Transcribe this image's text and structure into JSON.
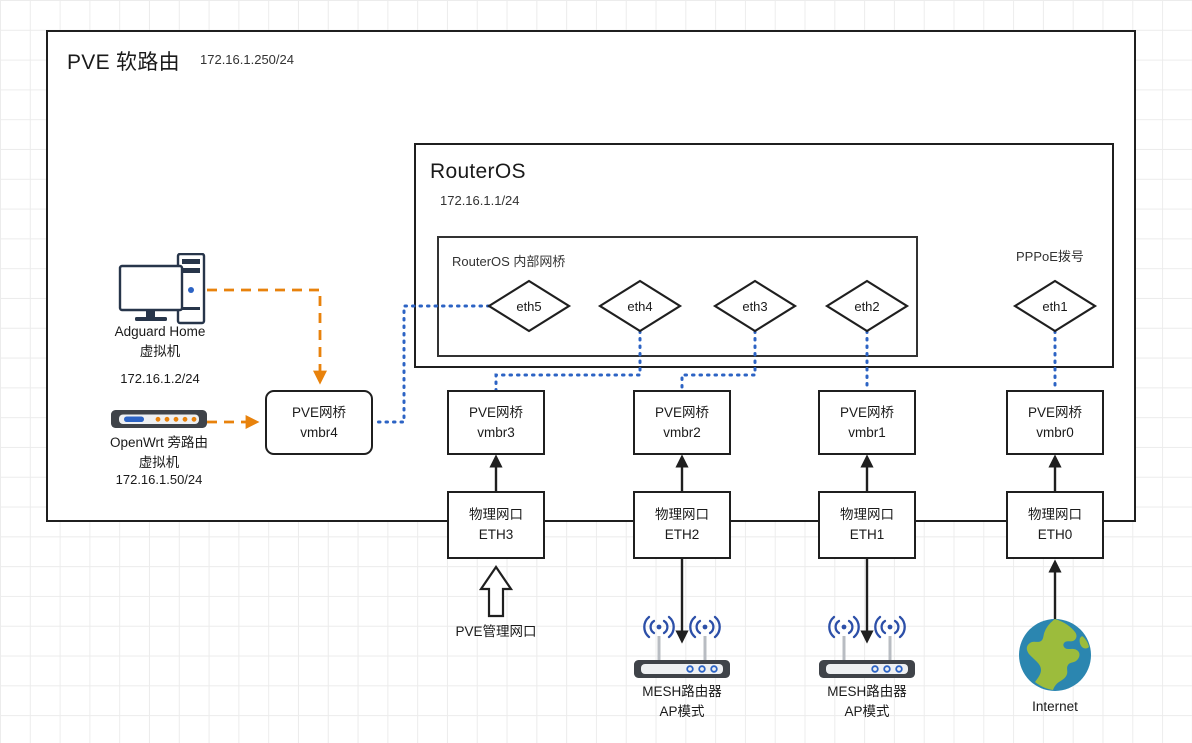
{
  "diagram": {
    "type": "network-topology",
    "outer": {
      "title": "PVE 软路由",
      "ip": "172.16.1.250/24"
    },
    "routeros": {
      "title": "RouterOS",
      "ip": "172.16.1.1/24",
      "bridge_label": "RouterOS 内部网桥",
      "pppoe_label": "PPPoE拨号",
      "interfaces": [
        {
          "name": "eth5"
        },
        {
          "name": "eth4"
        },
        {
          "name": "eth3"
        },
        {
          "name": "eth2"
        },
        {
          "name": "eth1"
        }
      ]
    },
    "pve_bridges": [
      {
        "line1": "PVE网桥",
        "line2": "vmbr4"
      },
      {
        "line1": "PVE网桥",
        "line2": "vmbr3"
      },
      {
        "line1": "PVE网桥",
        "line2": "vmbr2"
      },
      {
        "line1": "PVE网桥",
        "line2": "vmbr1"
      },
      {
        "line1": "PVE网桥",
        "line2": "vmbr0"
      }
    ],
    "physical_ports": [
      {
        "line1": "物理网口",
        "line2": "ETH3"
      },
      {
        "line1": "物理网口",
        "line2": "ETH2"
      },
      {
        "line1": "物理网口",
        "line2": "ETH1"
      },
      {
        "line1": "物理网口",
        "line2": "ETH0"
      }
    ],
    "vms": [
      {
        "icon": "desktop-computer-icon",
        "line1": "Adguard Home",
        "line2": "虚拟机",
        "ip": "172.16.1.2/24"
      },
      {
        "icon": "router-device-icon",
        "line1": "OpenWrt 旁路由",
        "line2": "虚拟机",
        "ip": "172.16.1.50/24"
      }
    ],
    "endpoints": [
      {
        "icon": "up-arrow-outline-icon",
        "label": "PVE管理网口"
      },
      {
        "icon": "wifi-router-icon",
        "line1": "MESH路由器",
        "line2": "AP模式"
      },
      {
        "icon": "wifi-router-icon",
        "line1": "MESH路由器",
        "line2": "AP模式"
      },
      {
        "icon": "globe-icon",
        "label": "Internet"
      }
    ],
    "colors": {
      "stroke": "#1f1f1f",
      "dotted_link": "#2c63c4",
      "dashed_link": "#e8820c",
      "wifi": "#2c4fa8",
      "globe_water": "#2b86b0",
      "globe_land": "#9cbc3c",
      "grid": "#ececec"
    }
  }
}
